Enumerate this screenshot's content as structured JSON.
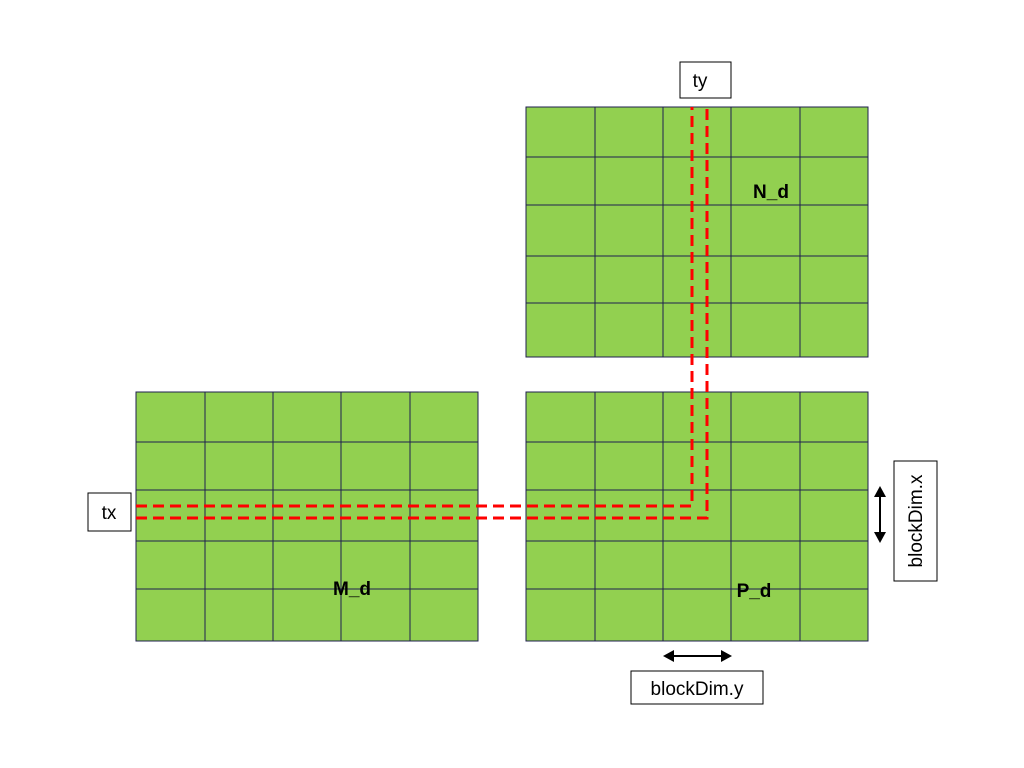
{
  "matrices": {
    "m": {
      "label": "M_d",
      "rows": 5,
      "cols": 5
    },
    "n": {
      "label": "N_d",
      "rows": 5,
      "cols": 5
    },
    "p": {
      "label": "P_d",
      "rows": 5,
      "cols": 5
    }
  },
  "labels": {
    "tx": "tx",
    "ty": "ty",
    "block_dim_x": "blockDim.x",
    "block_dim_y": "blockDim.y"
  },
  "colors": {
    "cell_fill": "#92d050",
    "grid_line": "#1f1f4f",
    "dashed_path": "#ff0000"
  }
}
